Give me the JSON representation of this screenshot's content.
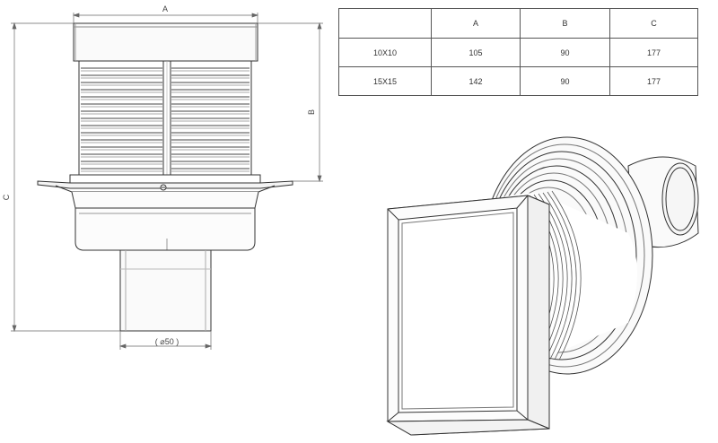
{
  "dimensions": {
    "a_label": "A",
    "b_label": "B",
    "c_label": "C",
    "diameter_label": "( ⌀50 )"
  },
  "table": {
    "headers": [
      "",
      "A",
      "B",
      "C"
    ],
    "rows": [
      [
        "10X10",
        "105",
        "90",
        "177"
      ],
      [
        "15X15",
        "142",
        "90",
        "177"
      ]
    ]
  }
}
